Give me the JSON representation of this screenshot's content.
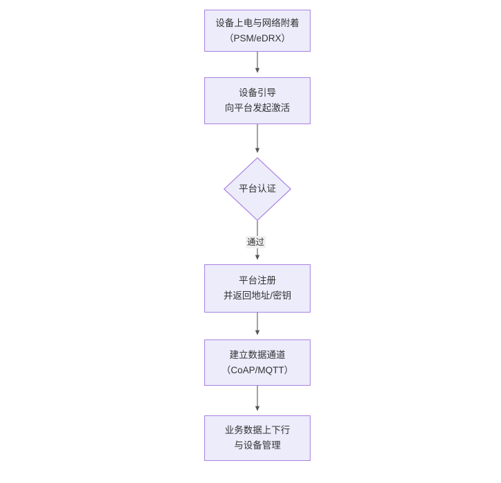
{
  "diagram": {
    "type": "flowchart",
    "orientation": "top-to-bottom",
    "background_color": "#ffffff",
    "node_fill_color": "#ececfb",
    "node_border_color": "#a980e0",
    "edge_color": "#555555",
    "text_color": "#333333",
    "nodes": [
      {
        "id": "n1",
        "shape": "rectangle",
        "lines": [
          "设备上电与网络附着",
          "（PSM/eDRX）"
        ]
      },
      {
        "id": "n2",
        "shape": "rectangle",
        "lines": [
          "设备引导",
          "向平台发起激活"
        ]
      },
      {
        "id": "n3",
        "shape": "diamond",
        "lines": [
          "平台认证"
        ]
      },
      {
        "id": "n4",
        "shape": "rectangle",
        "lines": [
          "平台注册",
          "并返回地址/密钥"
        ]
      },
      {
        "id": "n5",
        "shape": "rectangle",
        "lines": [
          "建立数据通道",
          "（CoAP/MQTT）"
        ]
      },
      {
        "id": "n6",
        "shape": "rectangle",
        "lines": [
          "业务数据上下行",
          "与设备管理"
        ]
      }
    ],
    "edges": [
      {
        "from": "n1",
        "to": "n2",
        "label": ""
      },
      {
        "from": "n2",
        "to": "n3",
        "label": ""
      },
      {
        "from": "n3",
        "to": "n4",
        "label": "通过"
      },
      {
        "from": "n4",
        "to": "n5",
        "label": ""
      },
      {
        "from": "n5",
        "to": "n6",
        "label": ""
      }
    ]
  }
}
